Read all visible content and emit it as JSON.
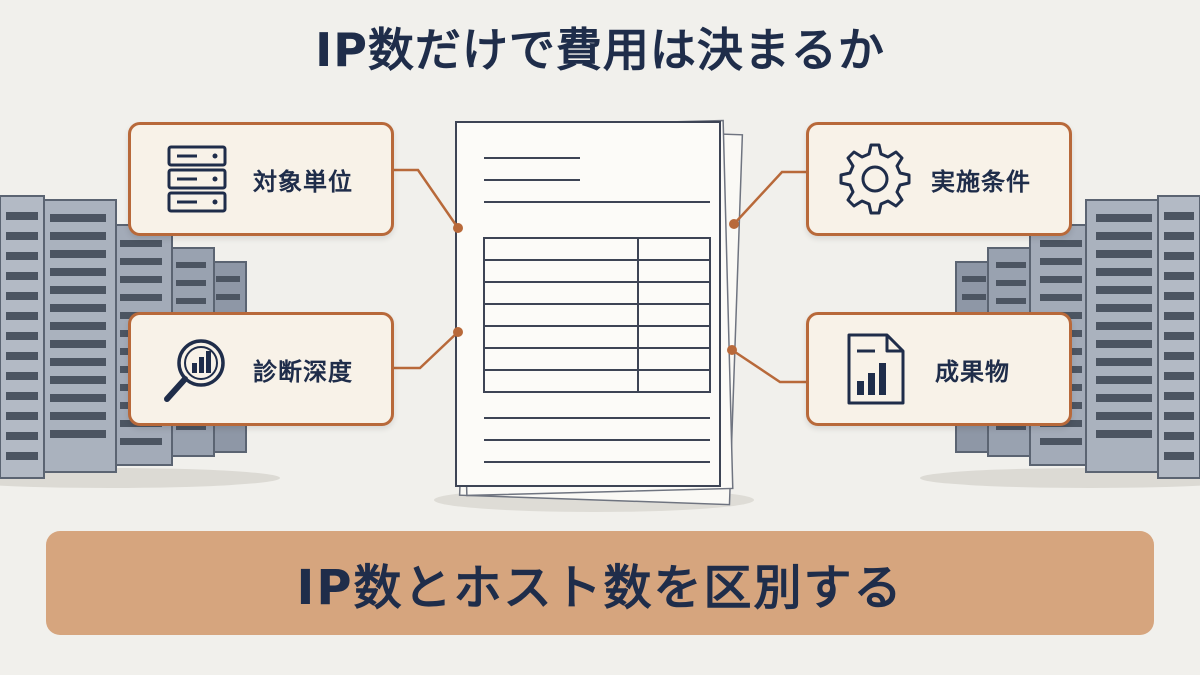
{
  "title": "IP数だけで費用は決まるか",
  "factors": {
    "top_left": "対象単位",
    "bottom_left": "診断深度",
    "top_right": "実施条件",
    "bottom_right": "成果物"
  },
  "banner": "IP数とホスト数を区別する",
  "colors": {
    "navy": "#1f2d4a",
    "accent": "#b8693a",
    "card_bg": "#f8f2e8",
    "banner_bg": "#d6a57e",
    "background": "#f1f0ec"
  },
  "icons": {
    "top_left": "server-stack-icon",
    "bottom_left": "magnifier-chart-icon",
    "top_right": "gear-icon",
    "bottom_right": "report-chart-icon"
  }
}
